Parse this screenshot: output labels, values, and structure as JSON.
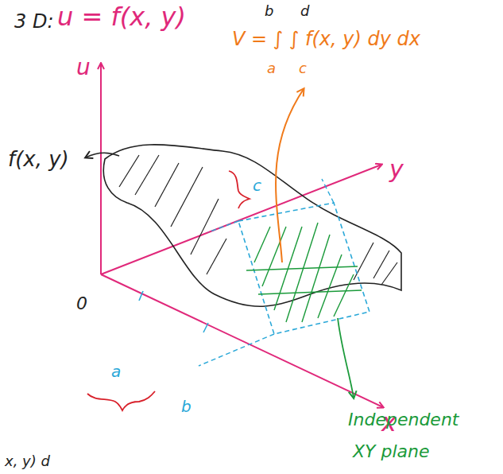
{
  "diagram": {
    "labels": [
      "3 D:",
      "u = f(x, y)",
      "u",
      "b",
      "d",
      "V = ∫ ∫ f(x, y) dy dx",
      "a",
      "c",
      "f(x, y)",
      "y",
      "c",
      "0",
      "a",
      "b",
      "x",
      "Independent",
      "XY plane",
      "x, y) d"
    ]
  }
}
